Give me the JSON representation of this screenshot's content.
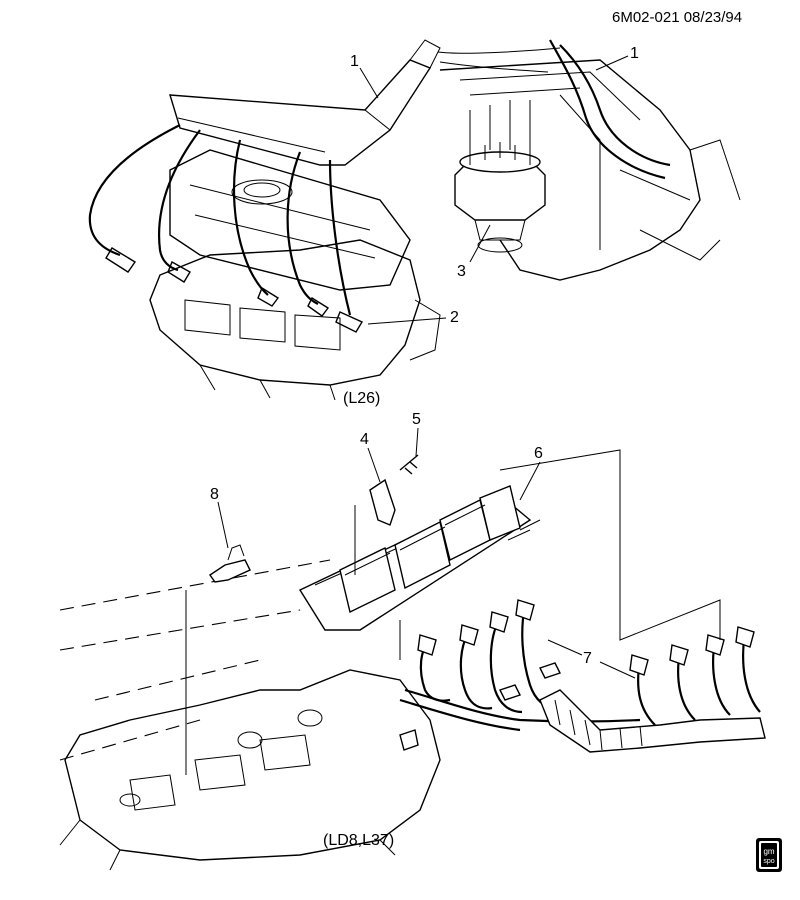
{
  "header": {
    "code": "6M02-021 08/23/94"
  },
  "captions": {
    "top": "(L26)",
    "bottom": "(LD8,L37)"
  },
  "callouts": {
    "c1a": "1",
    "c1b": "1",
    "c2": "2",
    "c3": "3",
    "c4": "4",
    "c5": "5",
    "c6": "6",
    "c7": "7",
    "c8": "8"
  },
  "logo": {
    "line1": "gm",
    "line2": "spo"
  }
}
